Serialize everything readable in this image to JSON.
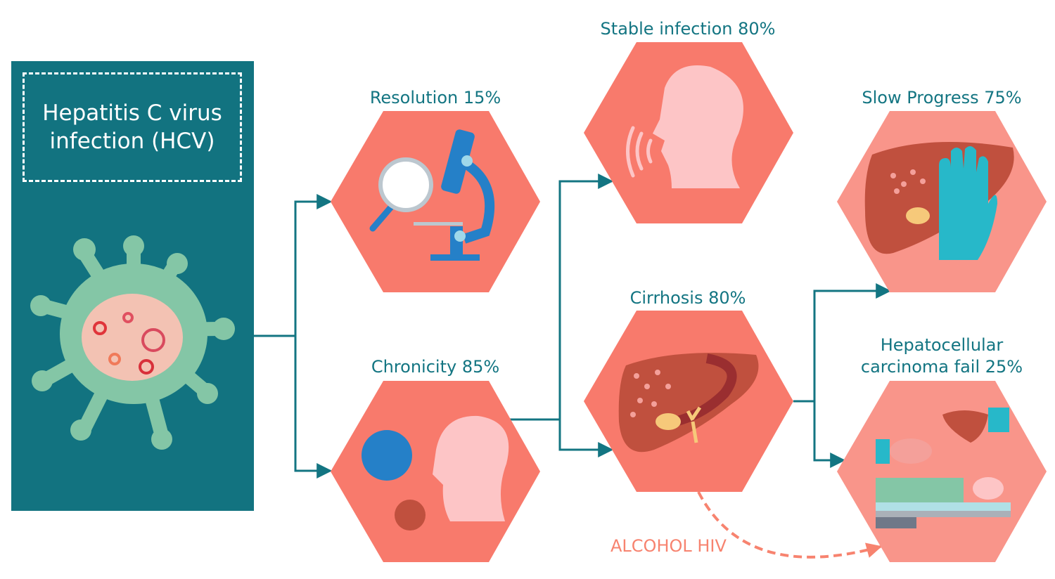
{
  "title": "Hepatitis C virus infection (HCV)",
  "nodes": {
    "resolution": "Resolution 15%",
    "chronicity": "Chronicity 85%",
    "stable": "Stable infection 80%",
    "cirrhosis": "Cirrhosis 80%",
    "slow": "Slow Progress 75%",
    "hcc_line1": "Hepatocellular",
    "hcc_line2": "carcinoma fail 25%"
  },
  "risk_label": "ALCOHOL HIV",
  "colors": {
    "panel": "#127380",
    "hex": "#f87a6c",
    "hex_light": "#f9958a",
    "connector": "#137582",
    "risk": "#f7836f"
  }
}
